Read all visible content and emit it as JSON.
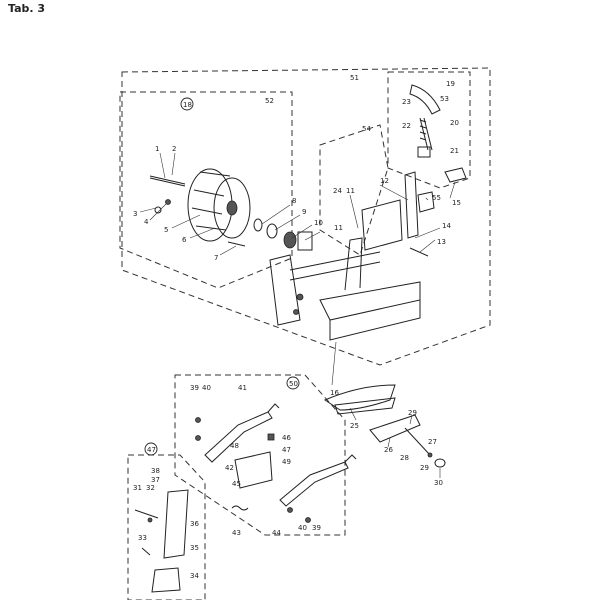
{
  "page": {
    "title": "Tab. 3"
  },
  "groups": [
    {
      "label": "51"
    },
    {
      "label": "52"
    },
    {
      "label": "18"
    },
    {
      "label": "50"
    },
    {
      "label": "47"
    }
  ],
  "callouts": [
    "1",
    "2",
    "3",
    "4",
    "5",
    "6",
    "7",
    "8",
    "9",
    "10",
    "11",
    "11",
    "12",
    "13",
    "14",
    "15",
    "16",
    "19",
    "20",
    "21",
    "22",
    "23",
    "24",
    "53",
    "54",
    "55",
    "25",
    "26",
    "27",
    "28",
    "29",
    "29",
    "30",
    "39",
    "40",
    "41",
    "42",
    "43",
    "44",
    "45",
    "46",
    "47",
    "48",
    "49",
    "40",
    "39",
    "31",
    "32",
    "33",
    "34",
    "35",
    "36",
    "37",
    "38"
  ]
}
